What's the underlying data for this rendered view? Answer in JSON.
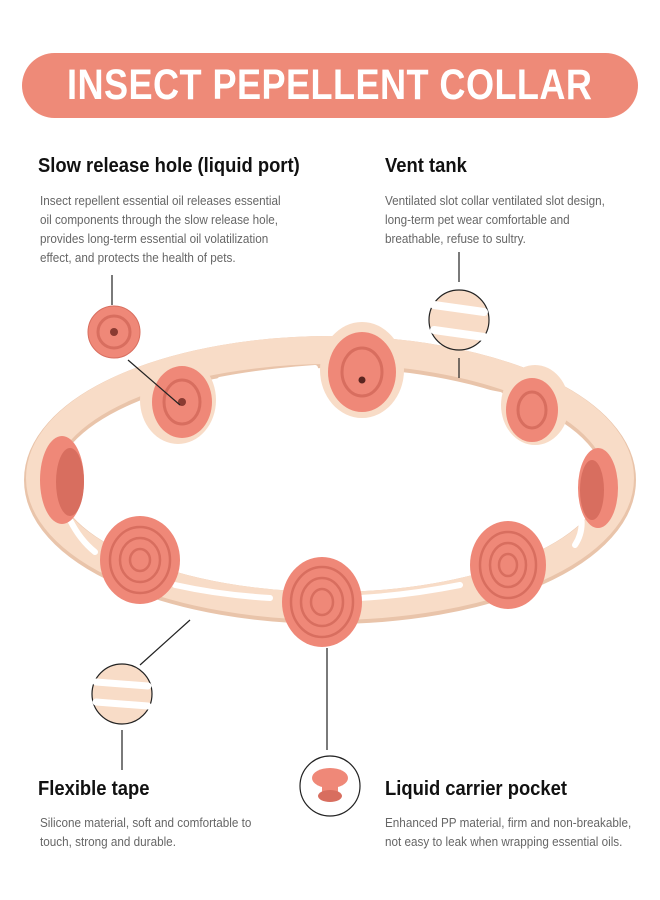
{
  "banner": {
    "title": "INSECT PEPELLENT COLLAR"
  },
  "callouts": {
    "slow_release": {
      "heading": "Slow release hole (liquid port)",
      "lines": [
        "Insect repellent essential oil releases essential",
        "oil components through the slow release hole,",
        "provides long-term essential oil volatilization",
        "effect, and protects the health of pets."
      ]
    },
    "vent_tank": {
      "heading": "Vent tank",
      "lines": [
        "Ventilated slot collar ventilated slot design,",
        "long-term pet wear comfortable and",
        "breathable, refuse to sultry."
      ]
    },
    "flexible_tape": {
      "heading": "Flexible tape",
      "lines": [
        "Silicone material, soft and comfortable to",
        "touch, strong and durable."
      ]
    },
    "liquid_pocket": {
      "heading": "Liquid carrier pocket",
      "lines": [
        "Enhanced PP material, firm and non-breakable,",
        "not easy to leak when wrapping essential oils."
      ]
    }
  },
  "colors": {
    "accent": "#ee8a78",
    "pod": "#ef8878",
    "pod_dark": "#d86e5f",
    "band": "#f8dcc7",
    "band_shadow": "#e9c4aa",
    "heading": "#111111",
    "body_text": "#666666"
  }
}
